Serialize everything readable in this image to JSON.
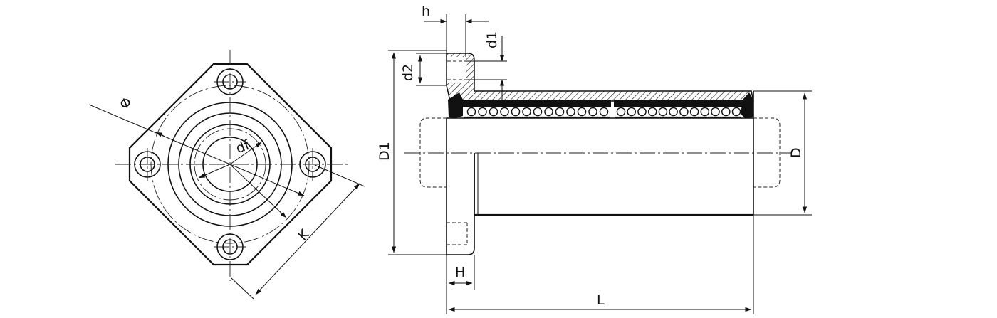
{
  "labels": {
    "phi": "Φ",
    "df": "df",
    "k": "K",
    "h": "h",
    "d1": "d1",
    "d2": "d2",
    "D1": "D1",
    "D": "D",
    "H": "H",
    "L": "L"
  },
  "colors": {
    "line": "#111111",
    "hatch": "#111111",
    "seal": "#111111",
    "background": "#ffffff"
  },
  "ball_rows": {
    "left_row_count": 13,
    "right_row_count": 12
  }
}
